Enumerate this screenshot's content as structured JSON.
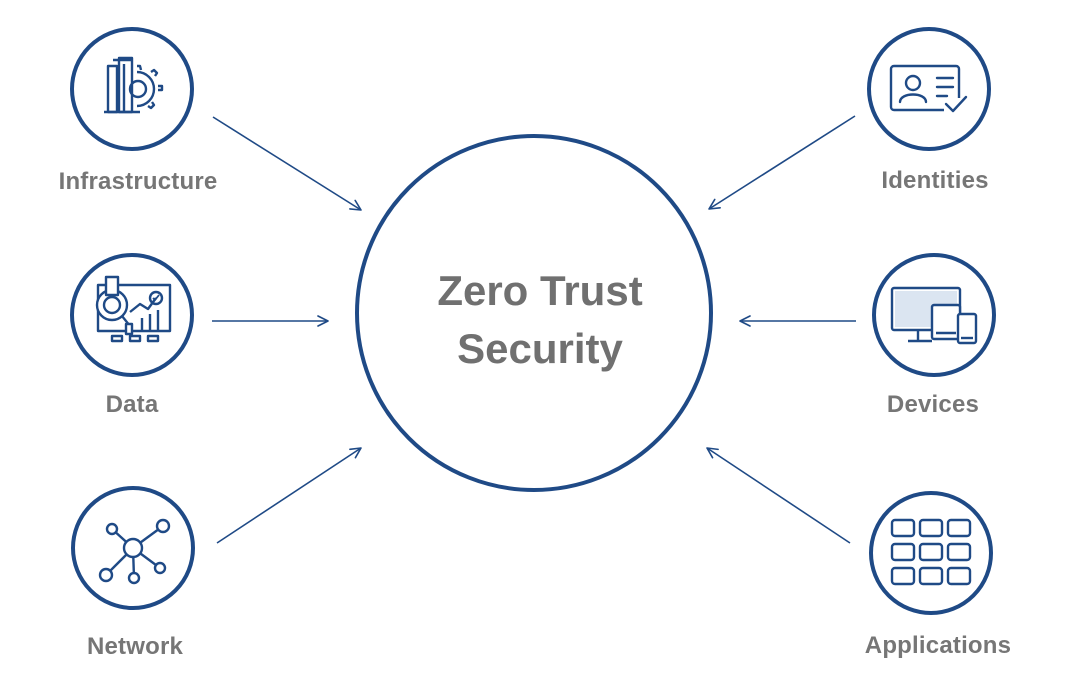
{
  "diagram": {
    "center": {
      "line1": "Zero Trust",
      "line2": "Security"
    },
    "nodes": [
      {
        "id": "infrastructure",
        "label": "Infrastructure",
        "icon": "infrastructure-gear-icon"
      },
      {
        "id": "data",
        "label": "Data",
        "icon": "data-analytics-icon"
      },
      {
        "id": "network",
        "label": "Network",
        "icon": "network-nodes-icon"
      },
      {
        "id": "identities",
        "label": "Identities",
        "icon": "identity-card-icon"
      },
      {
        "id": "devices",
        "label": "Devices",
        "icon": "devices-icon"
      },
      {
        "id": "applications",
        "label": "Applications",
        "icon": "applications-grid-icon"
      }
    ]
  },
  "colors": {
    "primary": "#1f4a86",
    "label": "#767676",
    "background": "#ffffff"
  }
}
